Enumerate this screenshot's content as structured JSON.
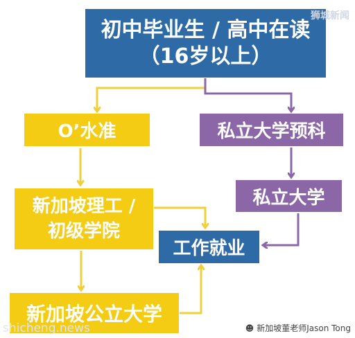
{
  "boxes": {
    "start_line1": "初中毕业生 / 高中在读",
    "start_line2": "（16岁以上）",
    "olevel": "O’水准",
    "poly_line1": "新加坡理工 /",
    "poly_line2": "初级学院",
    "public_university": "新加坡公立大学",
    "private_preparatory": "私立大学预科",
    "private_university": "私立大学",
    "employment": "工作就业"
  },
  "watermarks": {
    "top_right": "狮城新闻",
    "bottom_left": "shicheng.news",
    "bottom_right": "新加坡董老师Jason Tong"
  },
  "colors": {
    "blue": "#2e6aa6",
    "yellow": "#f3cc13",
    "purple": "#8b67a8"
  }
}
